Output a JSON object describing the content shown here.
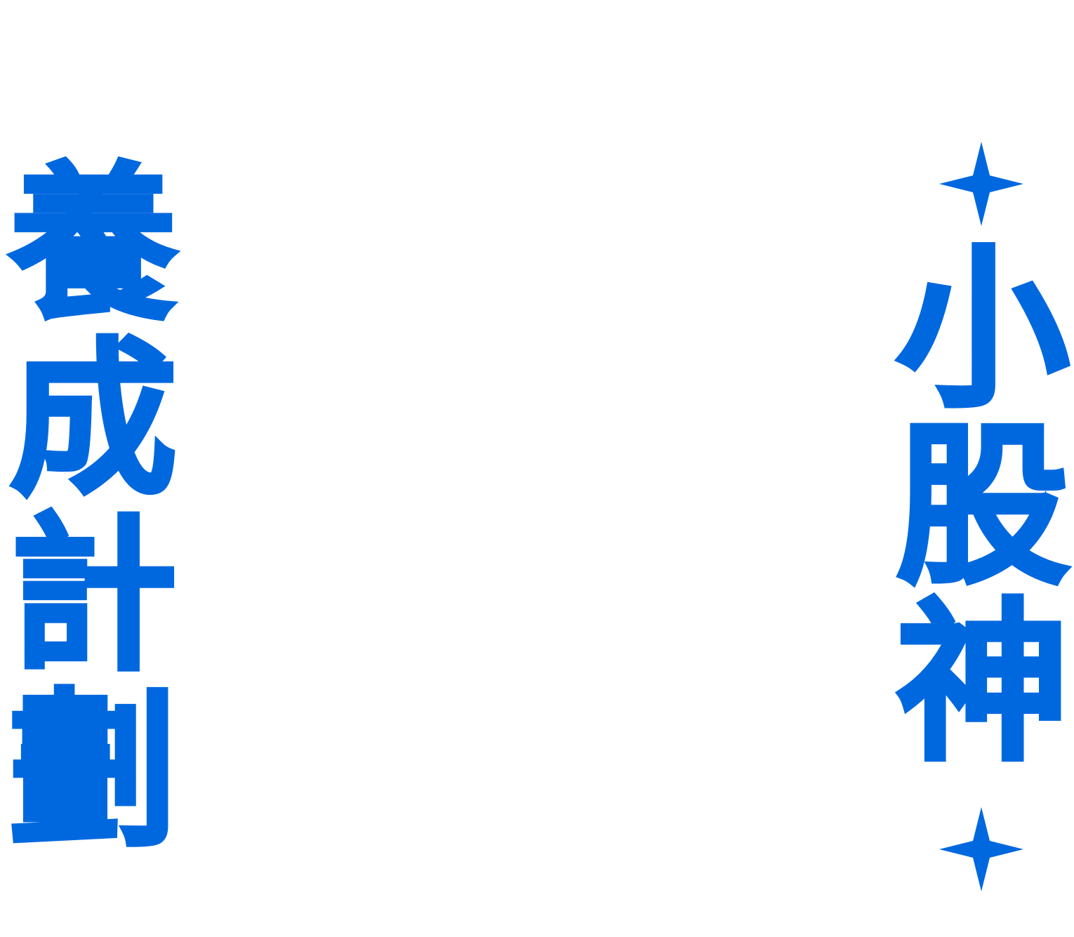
{
  "colors": {
    "accent": "#0068DF",
    "background": "#FFFFFF"
  },
  "left_title": {
    "chars": [
      "養",
      "成",
      "計",
      "劃"
    ]
  },
  "right_title": {
    "chars": [
      "小",
      "股",
      "神"
    ]
  },
  "decorations": {
    "icons": [
      "sparkle-icon",
      "sparkle-icon"
    ]
  }
}
